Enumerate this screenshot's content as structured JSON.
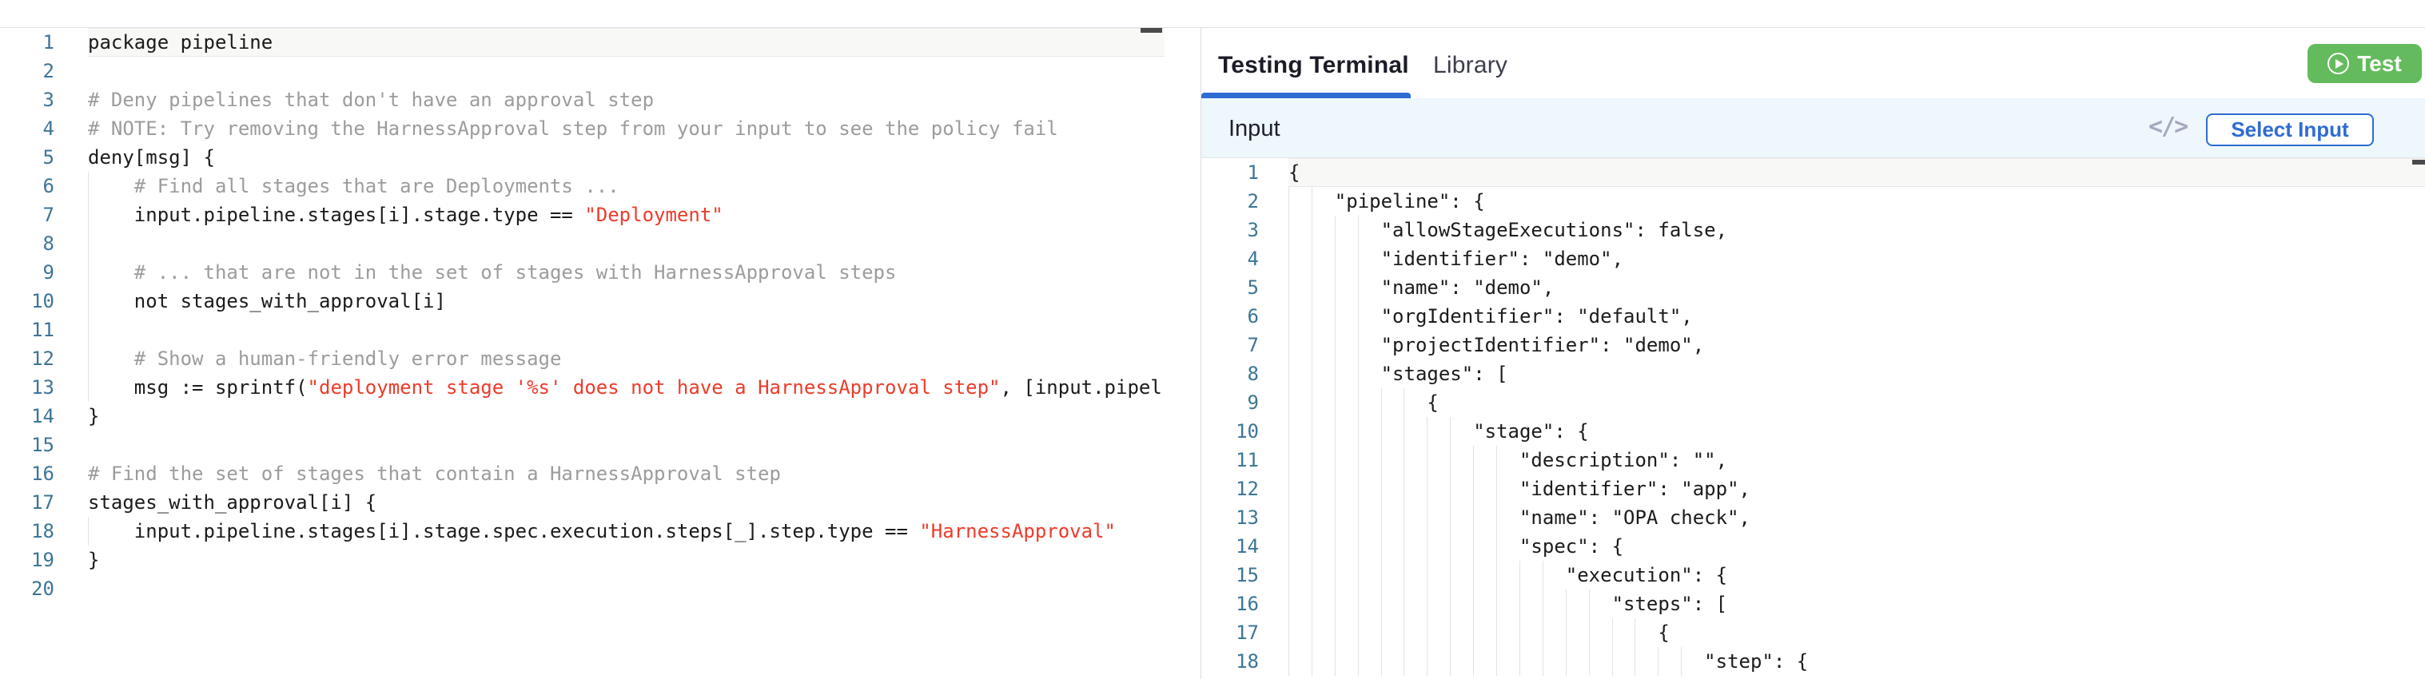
{
  "tabs": {
    "testing_terminal": "Testing Terminal",
    "library": "Library"
  },
  "test_button": {
    "label": "Test"
  },
  "input_bar": {
    "title": "Input",
    "select_button": "Select Input",
    "code_icon_glyph": "</>"
  },
  "colors": {
    "accent": "#2e6cd3",
    "green": "#64bb5d",
    "red": "#ee3b2a",
    "comment": "#9c9c9c",
    "lineno": "#3d7597",
    "inputbar": "#edf7fc"
  },
  "editors": {
    "policy": {
      "language": "rego",
      "lines": [
        {
          "n": 1,
          "ind": 0,
          "active": true,
          "segs": [
            [
              "plain",
              "package pipeline"
            ]
          ]
        },
        {
          "n": 2,
          "ind": 0,
          "segs": []
        },
        {
          "n": 3,
          "ind": 0,
          "segs": [
            [
              "comment",
              "# Deny pipelines that don't have an approval step"
            ]
          ]
        },
        {
          "n": 4,
          "ind": 0,
          "segs": [
            [
              "comment",
              "# NOTE: Try removing the HarnessApproval step from your input to see the policy fail"
            ]
          ]
        },
        {
          "n": 5,
          "ind": 0,
          "segs": [
            [
              "plain",
              "deny[msg] {"
            ]
          ]
        },
        {
          "n": 6,
          "ind": 4,
          "segs": [
            [
              "comment",
              "    # Find all stages that are Deployments ..."
            ]
          ]
        },
        {
          "n": 7,
          "ind": 4,
          "segs": [
            [
              "plain",
              "    input.pipeline.stages[i].stage.type == "
            ],
            [
              "str",
              "\"Deployment\""
            ]
          ]
        },
        {
          "n": 8,
          "ind": 4,
          "segs": []
        },
        {
          "n": 9,
          "ind": 4,
          "segs": [
            [
              "comment",
              "    # ... that are not in the set of stages with HarnessApproval steps"
            ]
          ]
        },
        {
          "n": 10,
          "ind": 4,
          "segs": [
            [
              "plain",
              "    not stages_with_approval[i]"
            ]
          ]
        },
        {
          "n": 11,
          "ind": 4,
          "segs": []
        },
        {
          "n": 12,
          "ind": 4,
          "segs": [
            [
              "comment",
              "    # Show a human-friendly error message"
            ]
          ]
        },
        {
          "n": 13,
          "ind": 4,
          "segs": [
            [
              "plain",
              "    msg := sprintf("
            ],
            [
              "str",
              "\"deployment stage '%s' does not have a HarnessApproval step\""
            ],
            [
              "plain",
              ", [input.pipel"
            ]
          ]
        },
        {
          "n": 14,
          "ind": 0,
          "segs": [
            [
              "plain",
              "}"
            ]
          ]
        },
        {
          "n": 15,
          "ind": 0,
          "segs": []
        },
        {
          "n": 16,
          "ind": 0,
          "segs": [
            [
              "comment",
              "# Find the set of stages that contain a HarnessApproval step"
            ]
          ]
        },
        {
          "n": 17,
          "ind": 0,
          "segs": [
            [
              "plain",
              "stages_with_approval[i] {"
            ]
          ]
        },
        {
          "n": 18,
          "ind": 4,
          "segs": [
            [
              "plain",
              "    input.pipeline.stages[i].stage.spec.execution.steps[_].step.type == "
            ],
            [
              "str",
              "\"HarnessApproval\""
            ]
          ]
        },
        {
          "n": 19,
          "ind": 0,
          "segs": [
            [
              "plain",
              "}"
            ]
          ]
        },
        {
          "n": 20,
          "ind": 0,
          "segs": []
        }
      ]
    },
    "input": {
      "language": "json",
      "lines": [
        {
          "n": 1,
          "ind": 0,
          "active": true,
          "segs": [
            [
              "plain",
              "{"
            ]
          ]
        },
        {
          "n": 2,
          "ind": 4,
          "segs": [
            [
              "plain",
              "    \"pipeline\": {"
            ]
          ]
        },
        {
          "n": 3,
          "ind": 8,
          "segs": [
            [
              "plain",
              "        \"allowStageExecutions\": false,"
            ]
          ]
        },
        {
          "n": 4,
          "ind": 8,
          "segs": [
            [
              "plain",
              "        \"identifier\": \"demo\","
            ]
          ]
        },
        {
          "n": 5,
          "ind": 8,
          "segs": [
            [
              "plain",
              "        \"name\": \"demo\","
            ]
          ]
        },
        {
          "n": 6,
          "ind": 8,
          "segs": [
            [
              "plain",
              "        \"orgIdentifier\": \"default\","
            ]
          ]
        },
        {
          "n": 7,
          "ind": 8,
          "segs": [
            [
              "plain",
              "        \"projectIdentifier\": \"demo\","
            ]
          ]
        },
        {
          "n": 8,
          "ind": 8,
          "segs": [
            [
              "plain",
              "        \"stages\": ["
            ]
          ]
        },
        {
          "n": 9,
          "ind": 12,
          "segs": [
            [
              "plain",
              "            {"
            ]
          ]
        },
        {
          "n": 10,
          "ind": 16,
          "segs": [
            [
              "plain",
              "                \"stage\": {"
            ]
          ]
        },
        {
          "n": 11,
          "ind": 20,
          "segs": [
            [
              "plain",
              "                    \"description\": \"\","
            ]
          ]
        },
        {
          "n": 12,
          "ind": 20,
          "segs": [
            [
              "plain",
              "                    \"identifier\": \"app\","
            ]
          ]
        },
        {
          "n": 13,
          "ind": 20,
          "segs": [
            [
              "plain",
              "                    \"name\": \"OPA check\","
            ]
          ]
        },
        {
          "n": 14,
          "ind": 20,
          "segs": [
            [
              "plain",
              "                    \"spec\": {"
            ]
          ]
        },
        {
          "n": 15,
          "ind": 24,
          "segs": [
            [
              "plain",
              "                        \"execution\": {"
            ]
          ]
        },
        {
          "n": 16,
          "ind": 28,
          "segs": [
            [
              "plain",
              "                            \"steps\": ["
            ]
          ]
        },
        {
          "n": 17,
          "ind": 32,
          "segs": [
            [
              "plain",
              "                                {"
            ]
          ]
        },
        {
          "n": 18,
          "ind": 36,
          "segs": [
            [
              "plain",
              "                                    \"step\": {"
            ]
          ]
        }
      ]
    }
  }
}
